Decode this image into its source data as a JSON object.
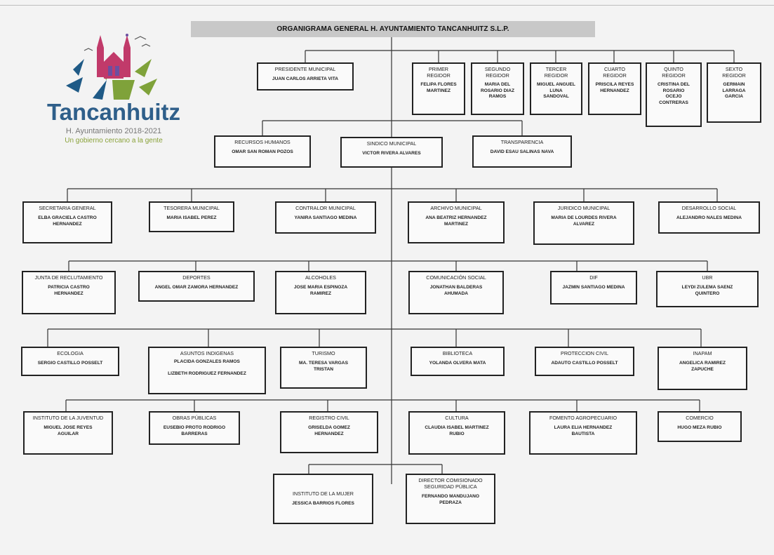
{
  "title": "ORGANIGRAMA GENERAL H. AYUNTAMIENTO TANCANHUITZ S.L.P.",
  "logo": {
    "name": "Tancanhuitz",
    "subtitle": "H. Ayuntamiento 2018-2021",
    "motto": "Un gobierno cercano a la gente"
  },
  "colors": {
    "title_bar": "#c8c8c8",
    "box_border": "#222222",
    "logo_blue": "#2f5f8a",
    "logo_green": "#8aa23a"
  },
  "units": {
    "presidente": {
      "title": "PRESIDENTE MUNICIPAL",
      "name": "JUAN CARLOS ARRIETA VITA"
    },
    "regidor1": {
      "title": "PRIMER\nREGIDOR",
      "name": "FELIPA FLORES\nMARTINEZ"
    },
    "regidor2": {
      "title": "SEGUNDO\nREGIDOR",
      "name": "MARIA DEL\nROSARIO DIAZ\nRAMOS"
    },
    "regidor3": {
      "title": "TERCER\nREGIDOR",
      "name": "MIGUEL ANGUEL\nLUNA\nSANDOVAL"
    },
    "regidor4": {
      "title": "CUARTO\nREGIDOR",
      "name": "PRISCILA REYES\nHERNANDEZ"
    },
    "regidor5": {
      "title": "QUINTO\nREGIDOR",
      "name": "CRISTINA DEL\nROSARIO\nOCEJO\nCONTRERAS"
    },
    "regidor6": {
      "title": "SEXTO\nREGIDOR",
      "name": "GERMAIN\nLARRAGA\nGARCIA"
    },
    "rh": {
      "title": "RECURSOS HUMANOS",
      "name": "OMAR SAN ROMAN POZOS"
    },
    "sindico": {
      "title": "SINDICO MUNICIPAL",
      "name": "VICTOR RIVERA ALVARES"
    },
    "transparencia": {
      "title": "TRANSPARENCIA",
      "name": "DAVID ESAU SALINAS NAVA"
    },
    "secretaria": {
      "title": "SECRETARIA GENERAL",
      "name": "ELBA GRACIELA CASTRO\nHERNANDEZ"
    },
    "tesorera": {
      "title": "TESORERA MUNICIPAL",
      "name": "MARIA ISABEL PEREZ"
    },
    "contralor": {
      "title": "CONTRALOR MUNICIPAL",
      "name": "YANIRA SANTIAGO MEDINA"
    },
    "archivo": {
      "title": "ARCHIVO MUNICIPAL",
      "name": "ANA BEATRIZ HERNANDEZ\nMARTINEZ"
    },
    "juridico": {
      "title": "JURIDICO MUNICIPAL",
      "name": "MARIA DE LOURDES RIVERA\nALVAREZ"
    },
    "desarrollo": {
      "title": "DESARROLLO SOCIAL",
      "name": "ALEJANDRO NALES MEDINA"
    },
    "junta": {
      "title": "JUNTA DE RECLUTAMIENTO",
      "name": "PATRICIA CASTRO\nHERNANDEZ"
    },
    "deportes": {
      "title": "DEPORTES",
      "name": "ANGEL OMAR ZAMORA HERNANDEZ"
    },
    "alcoholes": {
      "title": "ALCOHOLES",
      "name": "JOSE MARIA ESPINOZA\nRAMIREZ"
    },
    "comunicacion": {
      "title": "COMUNICACIÓN SOCIAL",
      "name": "JONATHAN BALDERAS\nAHUMADA"
    },
    "dif": {
      "title": "DIF",
      "name": "JAZMIN SANTIAGO MEDINA"
    },
    "ubr": {
      "title": "UBR",
      "name": "LEYDI ZULEMA SAENZ\nQUINTERO"
    },
    "ecologia": {
      "title": "ECOLOGIA",
      "name": "SERGIO CASTILLO POSSELT"
    },
    "indigenas": {
      "title": "ASUNTOS INDIGENAS",
      "name": "PLACIDA GONZALES RAMOS\n\nLIZBETH RODRIGUEZ FERNANDEZ"
    },
    "turismo": {
      "title": "TURISMO",
      "name": "MA. TERESA VARGAS\nTRISTAN"
    },
    "biblioteca": {
      "title": "BIBLIOTECA",
      "name": "YOLANDA OLVERA MATA"
    },
    "proteccion": {
      "title": "PROTECCION CIVIL",
      "name": "ADAUTO CASTILLO POSSELT"
    },
    "inapam": {
      "title": "INAPAM",
      "name": "ANGELICA RAMIREZ\nZAPUCHE"
    },
    "juventud": {
      "title": "INSTITUTO DE LA JUVENTUD",
      "name": "MIGUEL JOSE REYES\nAGUILAR"
    },
    "obras": {
      "title": "OBRAS PÚBLICAS",
      "name": "EUSEBIO PROTO RODRIGO\nBARRERAS"
    },
    "registro": {
      "title": "REGISTRO CIVIL",
      "name": "GRISELDA GOMEZ\nHERNANDEZ"
    },
    "cultura": {
      "title": "CULTURA",
      "name": "CLAUDIA ISABEL MARTINEZ\nRUBIO"
    },
    "fomento": {
      "title": "FOMENTO AGROPECUARIO",
      "name": "LAURA ELIA HERNANDEZ\nBAUTISTA"
    },
    "comercio": {
      "title": "COMERCIO",
      "name": "HUGO MEZA RUBIO"
    },
    "mujer": {
      "title": "INSTITUTO DE LA MUJER",
      "name": "JESSICA BARRIOS FLORES"
    },
    "seguridad": {
      "title": "DIRECTOR COMISIONADO\nSEGURIDAD PÚBLICA",
      "name": "FERNANDO MANDUJANO\nPEDRAZA"
    }
  }
}
